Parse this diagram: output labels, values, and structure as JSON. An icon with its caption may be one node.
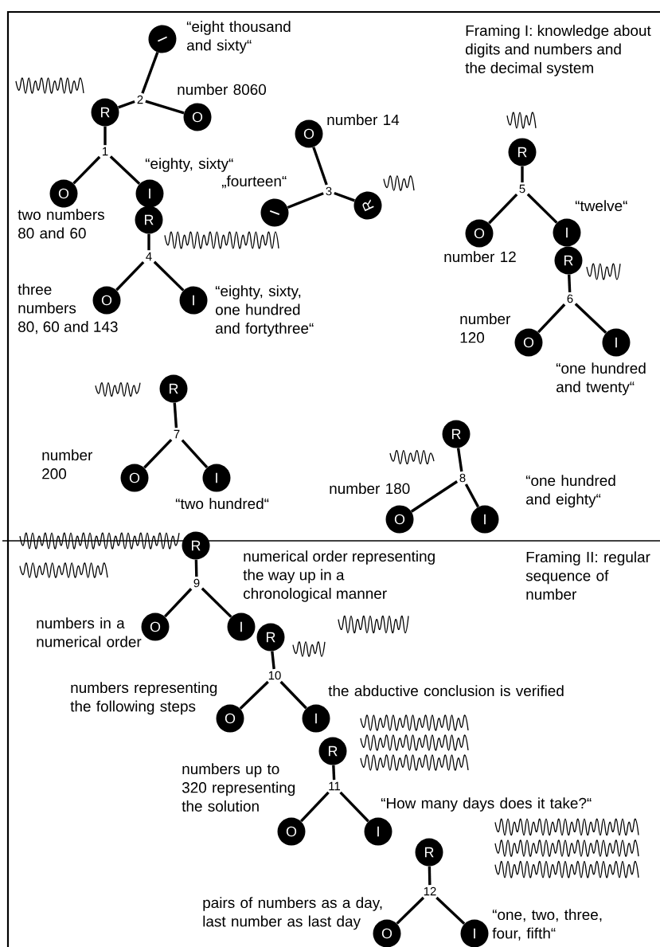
{
  "diagram": {
    "nodes": [
      {
        "text": [
          "R"
        ]
      },
      {
        "text": [
          "2"
        ]
      },
      {
        "text": [
          "I"
        ],
        "beside": [
          "“eight thousand and sixty“"
        ]
      },
      {
        "text": [
          "O"
        ],
        "beside": [
          "number 8060"
        ]
      },
      {
        "text": [
          "1"
        ]
      },
      {
        "text": [
          "O"
        ],
        "beside": [
          "two numbers 80 and 60"
        ]
      },
      {
        "text": [
          "I"
        ],
        "beside": [
          "“eighty, sixty“"
        ]
      },
      {
        "text": [
          "R"
        ]
      },
      {
        "text": [
          "4"
        ]
      },
      {
        "text": [
          "O"
        ],
        "beside": [
          "three numbers 80, 60 and 143"
        ]
      },
      {
        "text": [
          "I"
        ],
        "beside": [
          "“eighty, sixty, one hundred and fortythree“"
        ]
      },
      {
        "text": [
          "O"
        ],
        "beside": [
          "number 14"
        ]
      },
      {
        "text": [
          "3"
        ]
      },
      {
        "text": [
          "I"
        ],
        "beside": [
          "„fourteen“"
        ]
      },
      {
        "text": [
          "R"
        ]
      },
      {
        "text": [
          "R"
        ]
      },
      {
        "text": [
          "5"
        ]
      },
      {
        "text": [
          "O"
        ],
        "beside": [
          "number 12"
        ]
      },
      {
        "text": [
          "I"
        ],
        "beside": [
          "“twelve“"
        ]
      },
      {
        "text": [
          "R"
        ]
      },
      {
        "text": [
          "6"
        ]
      },
      {
        "text": [
          "O"
        ],
        "beside": [
          "number 120"
        ]
      },
      {
        "text": [
          "I"
        ],
        "beside": [
          "“one hundred and twenty“"
        ]
      },
      {
        "text": [
          "R"
        ]
      },
      {
        "text": [
          "7"
        ]
      },
      {
        "text": [
          "O"
        ],
        "beside": [
          "number 200"
        ]
      },
      {
        "text": [
          "I"
        ],
        "beside": [
          "“two hundred“"
        ]
      },
      {
        "text": [
          "R"
        ]
      },
      {
        "text": [
          "8"
        ]
      },
      {
        "text": [
          "O"
        ],
        "beside": [
          "number 180"
        ]
      },
      {
        "text": [
          "I"
        ],
        "beside": [
          "“one hundred and eighty“"
        ]
      },
      {
        "text": [
          "R"
        ]
      },
      {
        "text": [
          "9"
        ]
      },
      {
        "text": [
          "O"
        ],
        "beside": [
          "numbers in a numerical order"
        ]
      },
      {
        "text": [
          "I"
        ],
        "beside": [
          "numerical order representing the way up in a chronological manner"
        ]
      },
      {
        "text": [
          "R"
        ]
      },
      {
        "text": [
          "10"
        ]
      },
      {
        "text": [
          "O"
        ],
        "beside": [
          "numbers representing the following steps"
        ]
      },
      {
        "text": [
          "I"
        ],
        "beside": [
          "the abductive conclusion is verified"
        ]
      },
      {
        "text": [
          "R"
        ]
      },
      {
        "text": [
          "11"
        ]
      },
      {
        "text": [
          "O"
        ],
        "beside": [
          "numbers up to 320 representing the solution"
        ]
      },
      {
        "text": [
          "I"
        ],
        "beside": [
          "“How many days does it take?“"
        ]
      },
      {
        "text": [
          "R"
        ]
      },
      {
        "text": [
          "12"
        ]
      },
      {
        "text": [
          "O"
        ],
        "beside": [
          "pairs of numbers as a day, last number as last day"
        ]
      },
      {
        "text": [
          "I"
        ],
        "beside": [
          "“one, two, three, four, fifth“"
        ]
      }
    ],
    "edges": [
      {
        "from": 4,
        "to": 0,
        "arrow": "none"
      },
      {
        "from": 4,
        "to": 5,
        "arrow": "none"
      },
      {
        "from": 4,
        "to": 6,
        "arrow": "none"
      },
      {
        "from": 1,
        "to": 0,
        "arrow": "none"
      },
      {
        "from": 1,
        "to": 2,
        "arrow": "none"
      },
      {
        "from": 1,
        "to": 3,
        "arrow": "none"
      },
      {
        "from": 8,
        "to": 7,
        "arrow": "none"
      },
      {
        "from": 8,
        "to": 9,
        "arrow": "none"
      },
      {
        "from": 8,
        "to": 10,
        "arrow": "none"
      },
      {
        "from": 12,
        "to": 11,
        "arrow": "none"
      },
      {
        "from": 12,
        "to": 13,
        "arrow": "none"
      },
      {
        "from": 12,
        "to": 14,
        "arrow": "none"
      },
      {
        "from": 16,
        "to": 15,
        "arrow": "none"
      },
      {
        "from": 16,
        "to": 17,
        "arrow": "none"
      },
      {
        "from": 16,
        "to": 18,
        "arrow": "none"
      },
      {
        "from": 20,
        "to": 19,
        "arrow": "none"
      },
      {
        "from": 20,
        "to": 21,
        "arrow": "none"
      },
      {
        "from": 20,
        "to": 22,
        "arrow": "none"
      },
      {
        "from": 24,
        "to": 23,
        "arrow": "none"
      },
      {
        "from": 24,
        "to": 25,
        "arrow": "none"
      },
      {
        "from": 24,
        "to": 26,
        "arrow": "none"
      },
      {
        "from": 28,
        "to": 27,
        "arrow": "none"
      },
      {
        "from": 28,
        "to": 29,
        "arrow": "none"
      },
      {
        "from": 28,
        "to": 30,
        "arrow": "none"
      },
      {
        "from": 32,
        "to": 31,
        "arrow": "none"
      },
      {
        "from": 32,
        "to": 33,
        "arrow": "none"
      },
      {
        "from": 32,
        "to": 34,
        "arrow": "none"
      },
      {
        "from": 36,
        "to": 35,
        "arrow": "none"
      },
      {
        "from": 36,
        "to": 37,
        "arrow": "none"
      },
      {
        "from": 36,
        "to": 38,
        "arrow": "none"
      },
      {
        "from": 40,
        "to": 39,
        "arrow": "none"
      },
      {
        "from": 40,
        "to": 41,
        "arrow": "none"
      },
      {
        "from": 40,
        "to": 42,
        "arrow": "none"
      },
      {
        "from": 44,
        "to": 43,
        "arrow": "none"
      },
      {
        "from": 44,
        "to": 45,
        "arrow": "none"
      },
      {
        "from": 44,
        "to": 46,
        "arrow": "none"
      }
    ],
    "labels": [
      "Framing I: knowledge about digits and numbers and the decimal system",
      "Framing II: regular sequence of number"
    ]
  }
}
